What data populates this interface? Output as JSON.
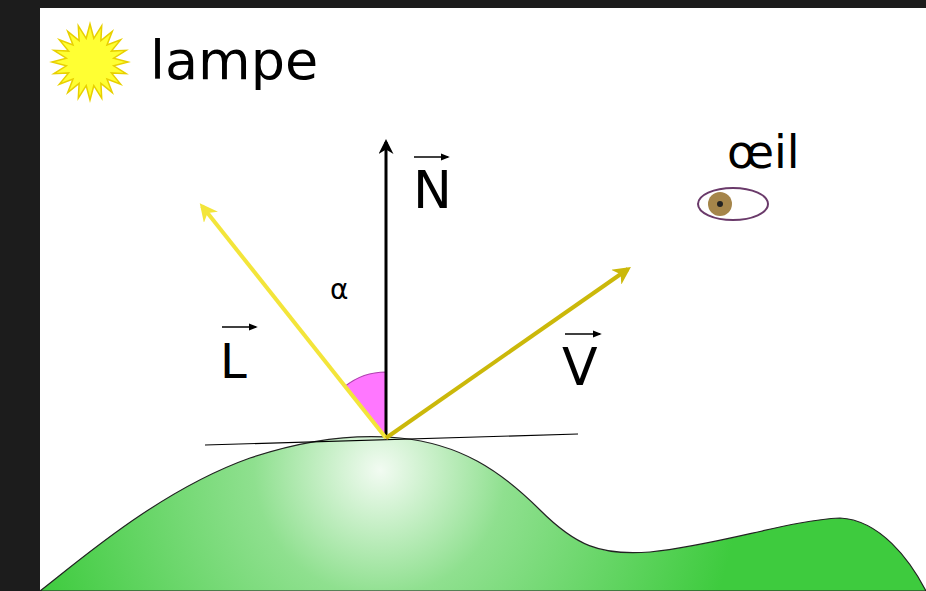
{
  "diagram": {
    "labels": [
      "lampe",
      "N",
      "œil",
      "α",
      "L",
      "V"
    ]
  }
}
